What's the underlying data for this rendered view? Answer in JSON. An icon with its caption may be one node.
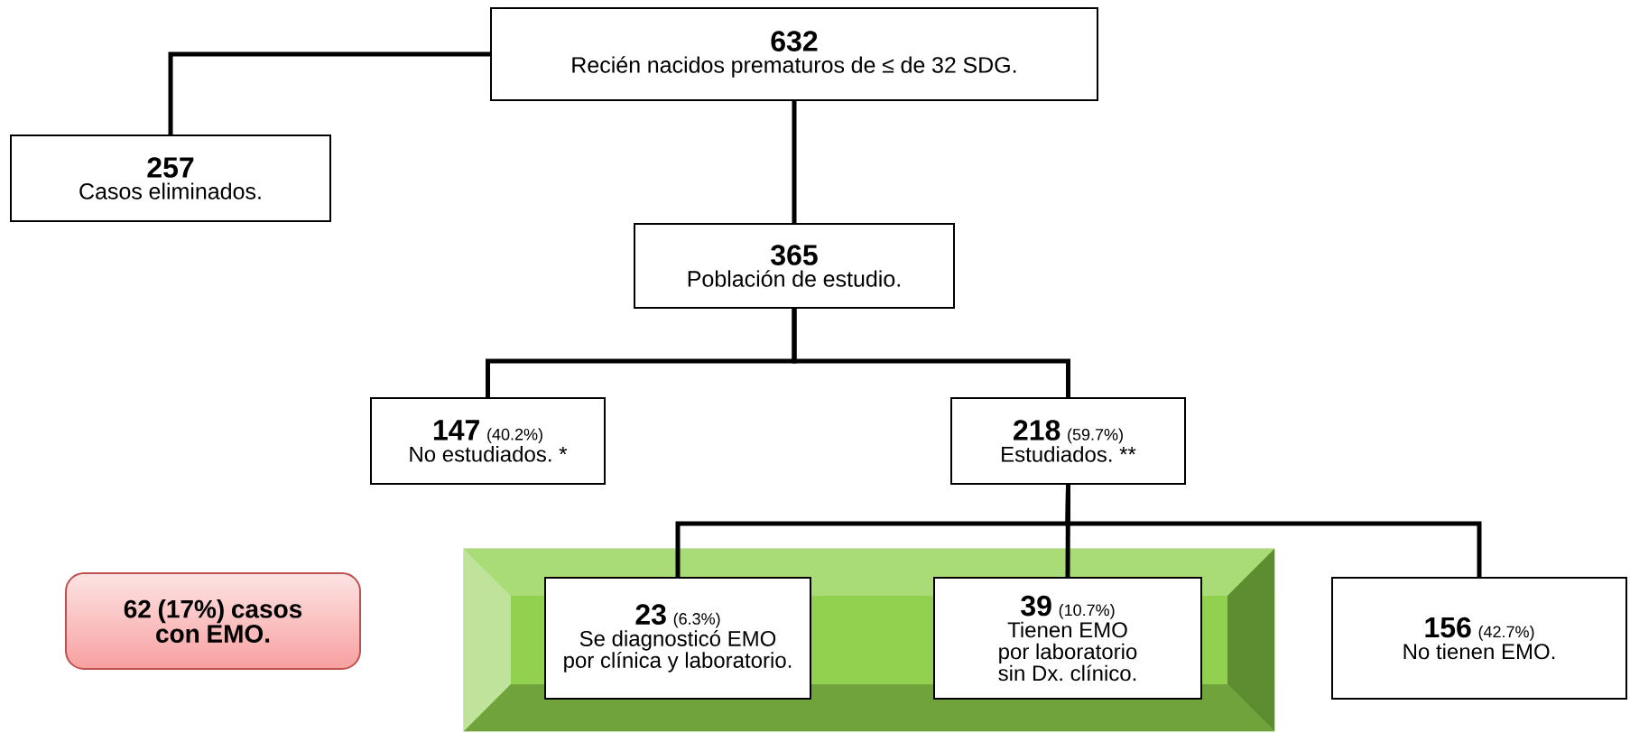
{
  "diagram": {
    "nodes": [
      {
        "text": [
          "632",
          "Recién nacidos prematuros de ≤ de 32 SDG."
        ]
      },
      {
        "text": [
          "257",
          "Casos eliminados."
        ]
      },
      {
        "text": [
          "365",
          "Población de estudio."
        ]
      },
      {
        "text": [
          "147",
          "(40.2%)",
          "No estudiados. *"
        ]
      },
      {
        "text": [
          "218",
          "(59.7%)",
          "Estudiados. **"
        ]
      },
      {
        "text": [
          "62  (17%) casos con EMO."
        ]
      },
      {
        "text": [],
        "shape": "box"
      },
      {
        "text": [
          "23",
          "(6.3%)",
          "Se diagnosticó EMO por clínica y laboratorio."
        ],
        "in": 6
      },
      {
        "text": [
          "39",
          "(10.7%)",
          "Tienen EMO por laboratorio sin Dx. clínico."
        ],
        "in": 6
      },
      {
        "text": [
          "156",
          "(42.7%)",
          "No tienen EMO."
        ]
      }
    ],
    "edges": [
      {
        "from": 0,
        "to": 1,
        "arrow": "none"
      },
      {
        "from": 0,
        "to": 2,
        "arrow": "none"
      },
      {
        "from": 2,
        "to": 3,
        "arrow": "none"
      },
      {
        "from": 2,
        "to": 4,
        "arrow": "none"
      },
      {
        "from": 4,
        "to": 7,
        "arrow": "none"
      },
      {
        "from": 4,
        "to": 8,
        "arrow": "none"
      },
      {
        "from": 4,
        "to": 9,
        "arrow": "none"
      }
    ]
  }
}
